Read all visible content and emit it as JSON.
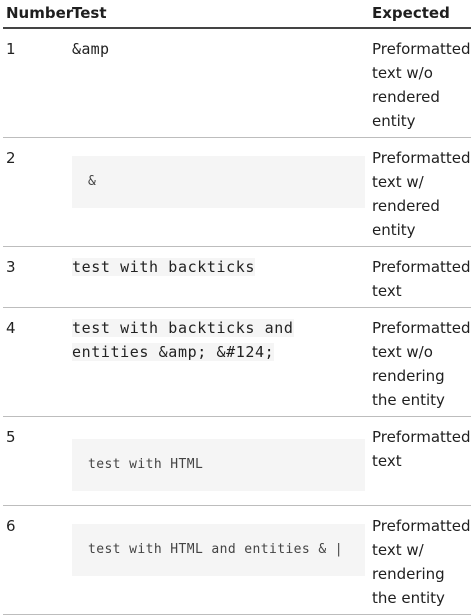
{
  "table": {
    "headers": {
      "number": "Number",
      "test": "Test",
      "expected": "Expected"
    },
    "rows": [
      {
        "number": "1",
        "test": "&amp",
        "expected": "Preformatted text w/o rendered entity"
      },
      {
        "number": "2",
        "test": "&",
        "expected": "Preformatted text w/ rendered entity"
      },
      {
        "number": "3",
        "test": "test with backticks",
        "expected": "Preformatted text"
      },
      {
        "number": "4",
        "test": "test with backticks and entities &amp; &#124;",
        "expected": "Preformatted text w/o rendering the entity"
      },
      {
        "number": "5",
        "test": "test with HTML",
        "expected": "Preformatted text"
      },
      {
        "number": "6",
        "test": "test with HTML and entities & |",
        "expected": "Preformatted text w/ rendering the entity"
      }
    ]
  }
}
